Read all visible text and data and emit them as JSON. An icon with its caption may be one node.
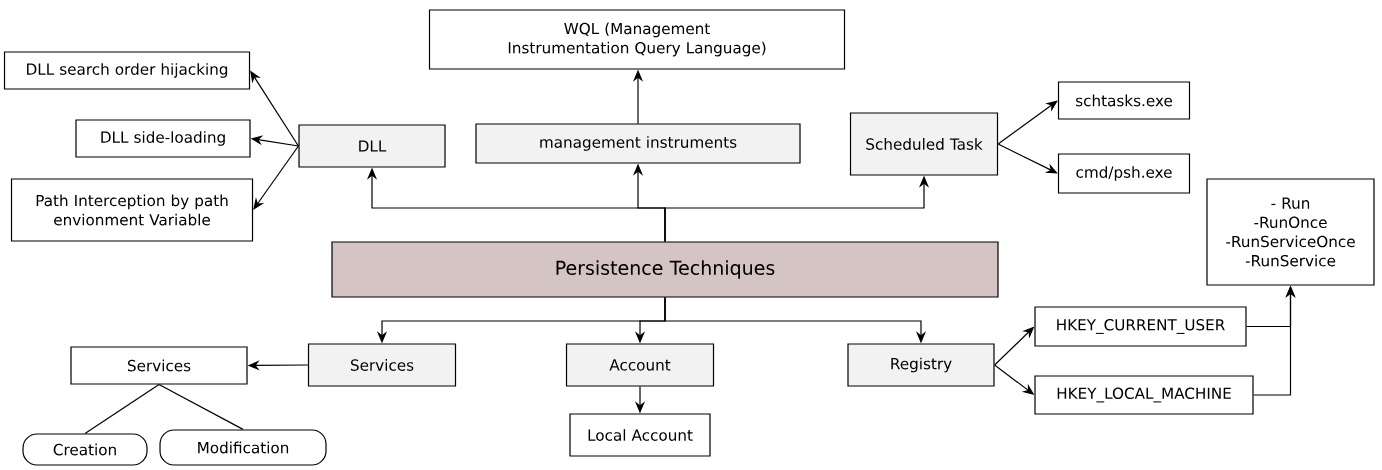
{
  "diagram": {
    "nodes": [
      {
        "text": [
          "Persistence Techniques"
        ]
      },
      {
        "text": [
          "DLL"
        ]
      },
      {
        "text": [
          "management instruments"
        ]
      },
      {
        "text": [
          "Scheduled Task"
        ]
      },
      {
        "text": [
          "WQL (Management Instrumentation Query Language)"
        ]
      },
      {
        "text": [
          "DLL search order hijacking"
        ]
      },
      {
        "text": [
          "DLL side-loading"
        ]
      },
      {
        "text": [
          "Path Interception by path envionment Variable"
        ]
      },
      {
        "text": [
          "schtasks.exe"
        ]
      },
      {
        "text": [
          "cmd/psh.exe"
        ]
      },
      {
        "text": [
          "Services"
        ]
      },
      {
        "text": [
          "Account"
        ]
      },
      {
        "text": [
          "Registry"
        ]
      },
      {
        "text": [
          "Services"
        ]
      },
      {
        "text": [
          "Creation"
        ]
      },
      {
        "text": [
          "Modification"
        ]
      },
      {
        "text": [
          "Local Account"
        ]
      },
      {
        "text": [
          "HKEY_CURRENT_USER"
        ]
      },
      {
        "text": [
          "HKEY_LOCAL_MACHINE"
        ]
      },
      {
        "text": [
          "- Run",
          "-RunOnce",
          "-RunServiceOnce",
          "-RunService"
        ]
      }
    ],
    "edges": [
      {
        "from": 0,
        "to": 1,
        "arrow": "to"
      },
      {
        "from": 0,
        "to": 2,
        "arrow": "to"
      },
      {
        "from": 0,
        "to": 3,
        "arrow": "to"
      },
      {
        "from": 2,
        "to": 4,
        "arrow": "to"
      },
      {
        "from": 1,
        "to": 5,
        "arrow": "to"
      },
      {
        "from": 1,
        "to": 6,
        "arrow": "to"
      },
      {
        "from": 1,
        "to": 7,
        "arrow": "to"
      },
      {
        "from": 3,
        "to": 8,
        "arrow": "to"
      },
      {
        "from": 3,
        "to": 9,
        "arrow": "to"
      },
      {
        "from": 0,
        "to": 10,
        "arrow": "to"
      },
      {
        "from": 0,
        "to": 11,
        "arrow": "to"
      },
      {
        "from": 0,
        "to": 12,
        "arrow": "to"
      },
      {
        "from": 10,
        "to": 13,
        "arrow": "to"
      },
      {
        "from": 11,
        "to": 16,
        "arrow": "to"
      },
      {
        "from": 13,
        "to": 14,
        "arrow": "none"
      },
      {
        "from": 13,
        "to": 15,
        "arrow": "none"
      },
      {
        "from": 12,
        "to": 17,
        "arrow": "to"
      },
      {
        "from": 12,
        "to": 18,
        "arrow": "to"
      },
      {
        "from": 17,
        "to": 19,
        "arrow": "to"
      },
      {
        "from": 18,
        "to": 19,
        "arrow": "to"
      }
    ]
  }
}
